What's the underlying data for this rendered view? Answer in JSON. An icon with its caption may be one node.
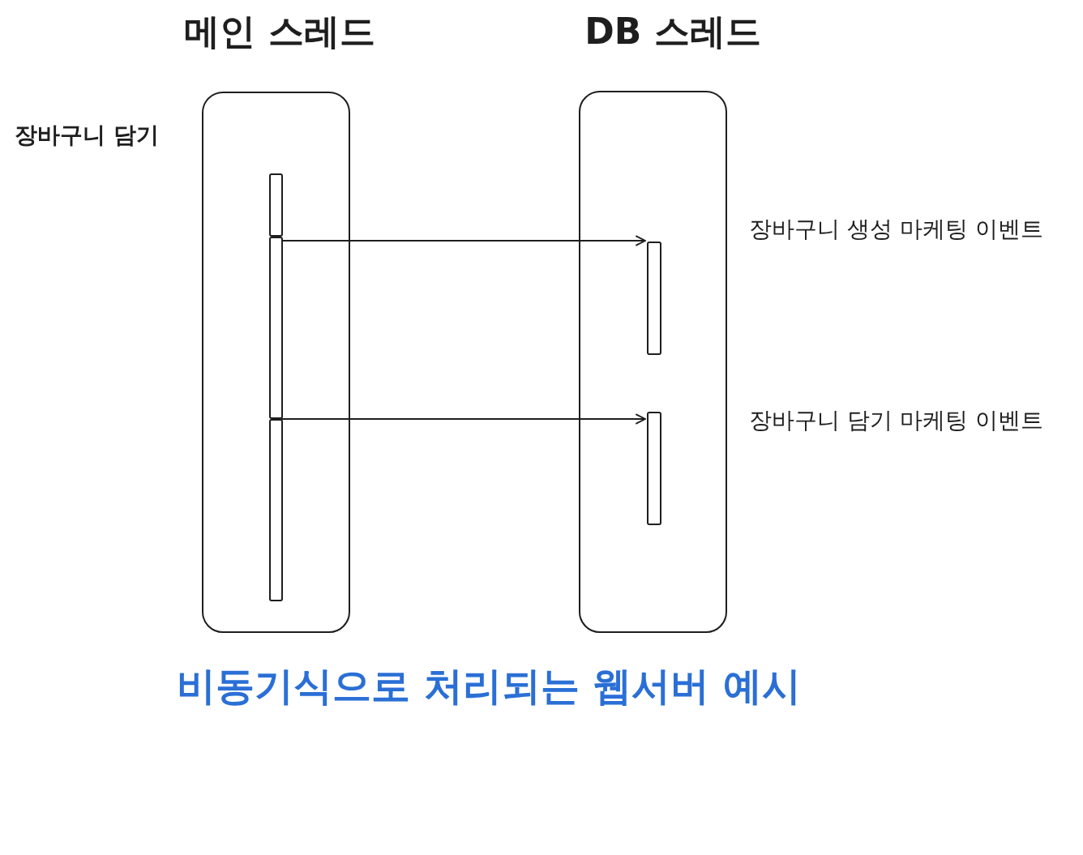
{
  "diagram": {
    "caption": "비동기식으로 처리되는 웹서버 예시",
    "nodes": [
      {
        "text": [
          "메인 스레드"
        ]
      },
      {
        "text": [
          "DB 스레드"
        ]
      },
      {
        "text": [],
        "shape": "bar",
        "in": 0
      },
      {
        "text": [],
        "shape": "bar",
        "in": 0
      },
      {
        "text": [],
        "shape": "bar",
        "in": 0
      },
      {
        "text": [],
        "shape": "bar",
        "in": 1,
        "beside": [
          "장바구니 생성 마케팅 이벤트"
        ]
      },
      {
        "text": [],
        "shape": "bar",
        "in": 1,
        "beside": [
          "장바구니 담기 마케팅 이벤트"
        ]
      }
    ],
    "edges": [
      {
        "from": 3,
        "to": 5,
        "arrow": "to"
      },
      {
        "from": 4,
        "to": 6,
        "arrow": "to"
      }
    ],
    "labels": [
      "장바구니 담기"
    ]
  }
}
